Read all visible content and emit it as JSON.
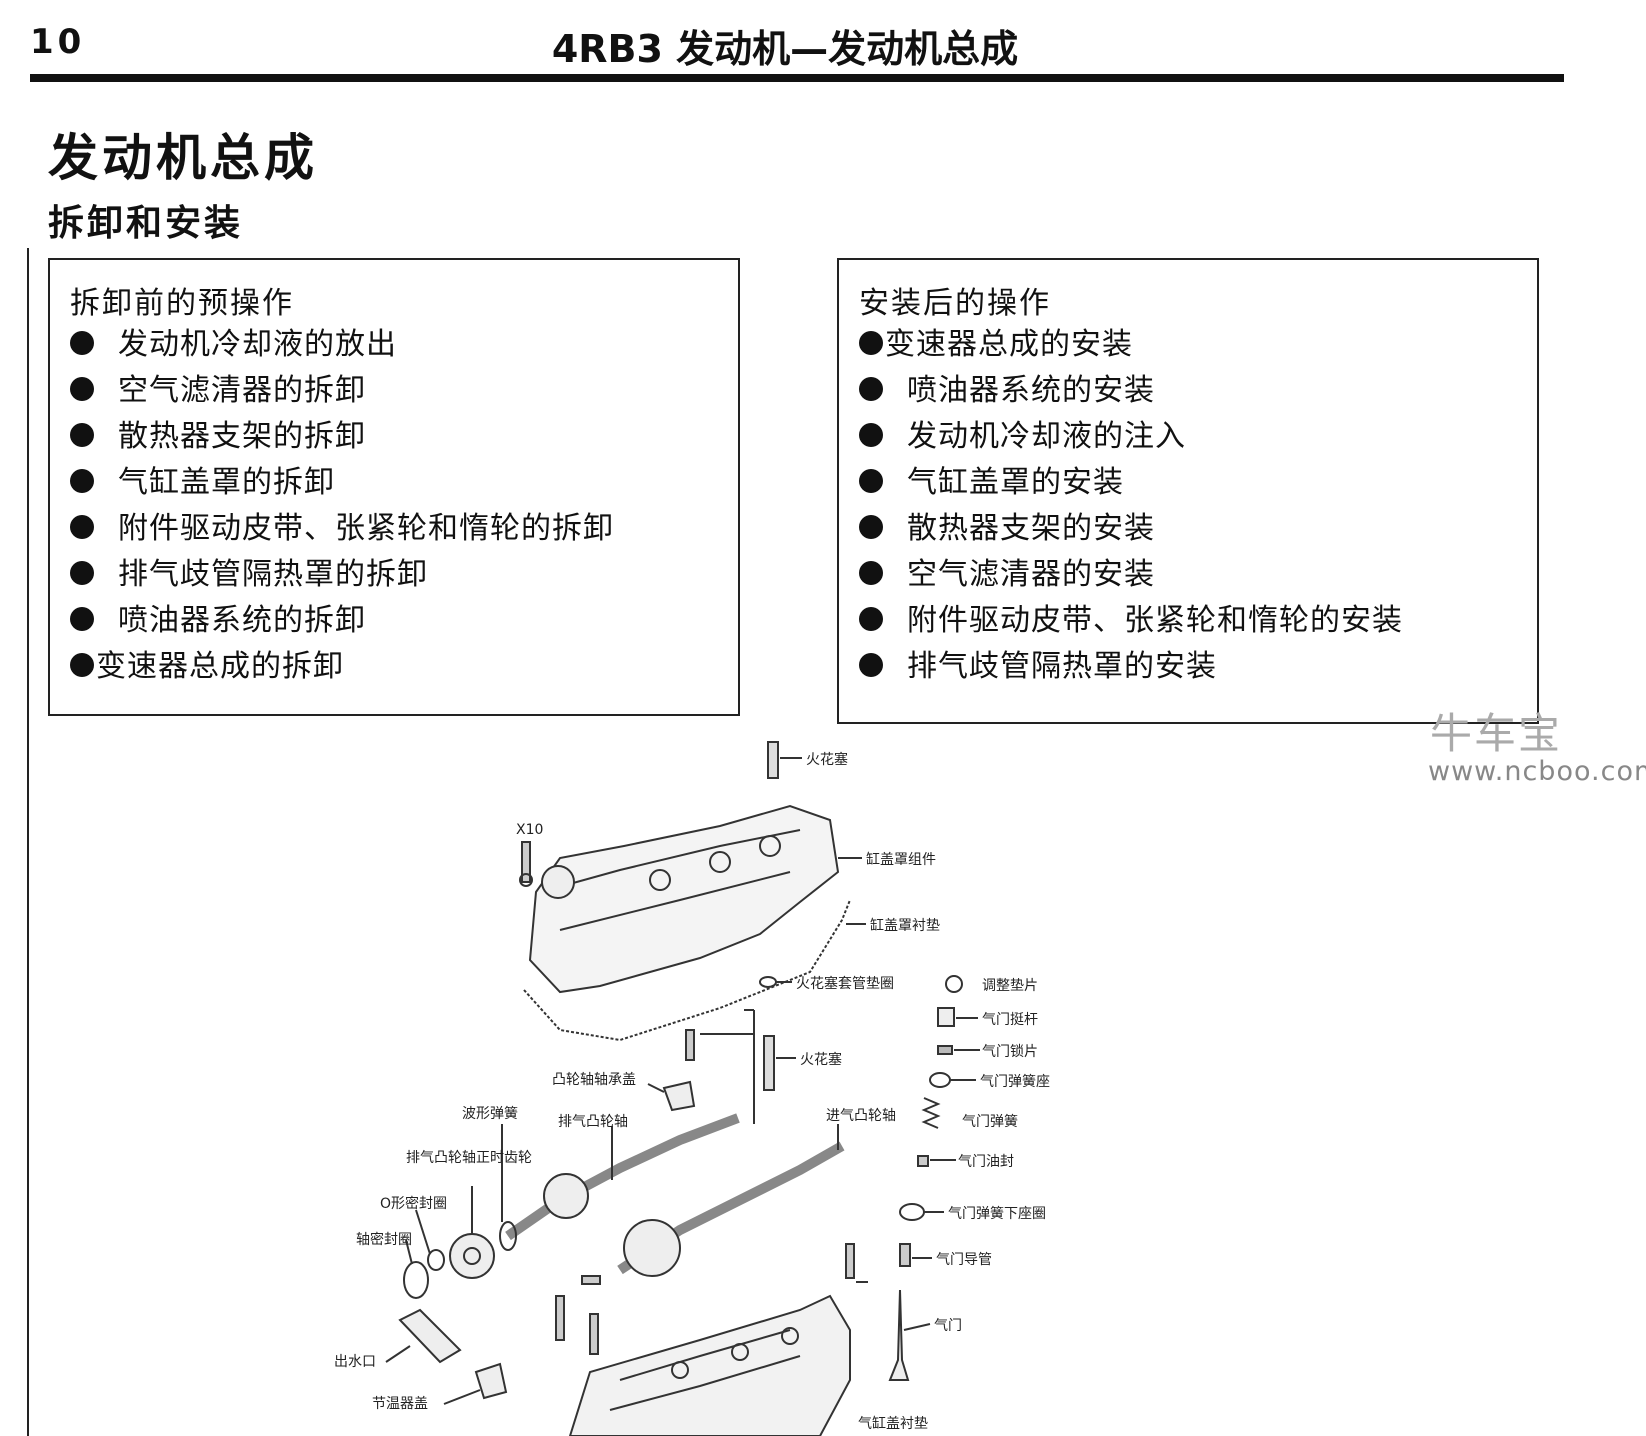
{
  "header": {
    "page_number": "10",
    "running_title": "4RB3 发动机—发动机总成"
  },
  "section_title": "发动机总成",
  "sub_title": "拆卸和安装",
  "pre_removal": {
    "heading": "拆卸前的预操作",
    "items": [
      "发动机冷却液的放出",
      "空气滤清器的拆卸",
      "散热器支架的拆卸",
      "气缸盖罩的拆卸",
      "附件驱动皮带、张紧轮和惰轮的拆卸",
      "排气歧管隔热罩的拆卸",
      "喷油器系统的拆卸",
      "变速器总成的拆卸"
    ]
  },
  "post_install": {
    "heading": "安装后的操作",
    "items": [
      "变速器总成的安装",
      "喷油器系统的安装",
      "发动机冷却液的注入",
      "气缸盖罩的安装",
      "散热器支架的安装",
      "空气滤清器的安装",
      "附件驱动皮带、张紧轮和惰轮的安装",
      "排气歧管隔热罩的安装"
    ]
  },
  "watermark": {
    "brand": "牛车宝",
    "url": "www.ncboo.com"
  },
  "diagram": {
    "bolt_count_label": "X10",
    "labels": {
      "spark_plug_top": "火花塞",
      "cover_assembly": "缸盖罩组件",
      "cover_gasket": "缸盖罩衬垫",
      "plug_tube_gasket": "火花塞套管垫圈",
      "spark_plug": "火花塞",
      "intake_camshaft": "进气凸轮轴",
      "exhaust_camshaft": "排气凸轮轴",
      "exhaust_cam_timing_gear": "排气凸轮轴正时齿轮",
      "camshaft_bearing_cap": "凸轮轴轴承盖",
      "wave_washer": "波形弹簧",
      "o_ring": "O形密封圈",
      "shaft_seal": "轴密封圈",
      "water_outlet": "出水口",
      "thermostat_housing": "节温器盖",
      "cylinder_head": "气缸盖衬垫",
      "valve_adjust_shim": "调整垫片",
      "valve_lifter": "气门挺杆",
      "valve_keeper": "气门锁片",
      "valve_spring_seat": "气门弹簧座",
      "valve_spring": "气门弹簧",
      "valve_oil_seal": "气门油封",
      "valve_spring_lower_seat": "气门弹簧下座圈",
      "valve_guide": "气门导管",
      "valve": "气门"
    }
  }
}
